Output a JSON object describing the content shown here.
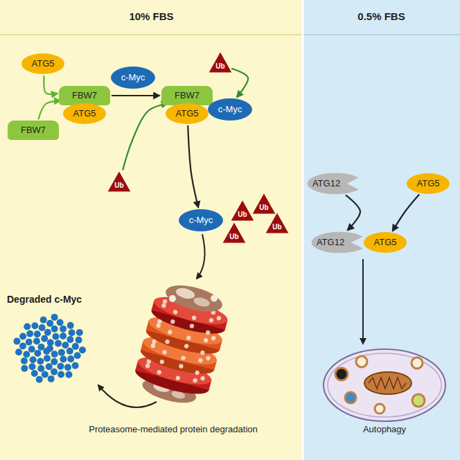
{
  "diagram": {
    "nodes": [
      {
        "text": [
          "10% FBS"
        ]
      },
      {
        "text": [
          "0.5% FBS"
        ]
      },
      {
        "text": [
          "ATG5"
        ],
        "in": 0
      },
      {
        "text": [
          "FBW7"
        ],
        "in": 0
      },
      {
        "text": [
          "FBW7"
        ],
        "in": 0
      },
      {
        "text": [
          "ATG5"
        ],
        "in": 0
      },
      {
        "text": [
          "c-Myc"
        ],
        "in": 0
      },
      {
        "text": [
          "Ub"
        ],
        "in": 0
      },
      {
        "text": [
          "FBW7"
        ],
        "in": 0
      },
      {
        "text": [
          "ATG5"
        ],
        "in": 0
      },
      {
        "text": [
          "c-Myc"
        ],
        "in": 0
      },
      {
        "text": [
          "Ub"
        ],
        "in": 0
      },
      {
        "text": [
          "c-Myc"
        ],
        "in": 0
      },
      {
        "text": [
          "Ub"
        ],
        "in": 0
      },
      {
        "text": [
          "Ub"
        ],
        "in": 0
      },
      {
        "text": [
          "Ub"
        ],
        "in": 0
      },
      {
        "text": [
          "Ub"
        ],
        "in": 0
      },
      {
        "text": [
          "ATG12"
        ],
        "in": 1
      },
      {
        "text": [
          "ATG5"
        ],
        "in": 1
      },
      {
        "text": [
          "ATG12"
        ],
        "in": 1
      },
      {
        "text": [
          "ATG5"
        ],
        "in": 1
      }
    ],
    "edges": [
      {
        "from": 2,
        "to": 4,
        "arrow": "to"
      },
      {
        "from": 3,
        "to": 4,
        "arrow": "to"
      },
      {
        "from": 4,
        "to": 8,
        "arrow": "to"
      },
      {
        "from": 7,
        "to": 8,
        "arrow": "to"
      },
      {
        "from": 11,
        "to": 10,
        "arrow": "to"
      },
      {
        "from": 9,
        "to": 12,
        "arrow": "to"
      },
      {
        "from": 17,
        "to": 19,
        "arrow": "to"
      },
      {
        "from": 18,
        "to": 20,
        "arrow": "to"
      }
    ],
    "labels": [
      "Degraded c-Myc",
      "Proteasome-mediated protein degradation",
      "Autophagy"
    ]
  }
}
